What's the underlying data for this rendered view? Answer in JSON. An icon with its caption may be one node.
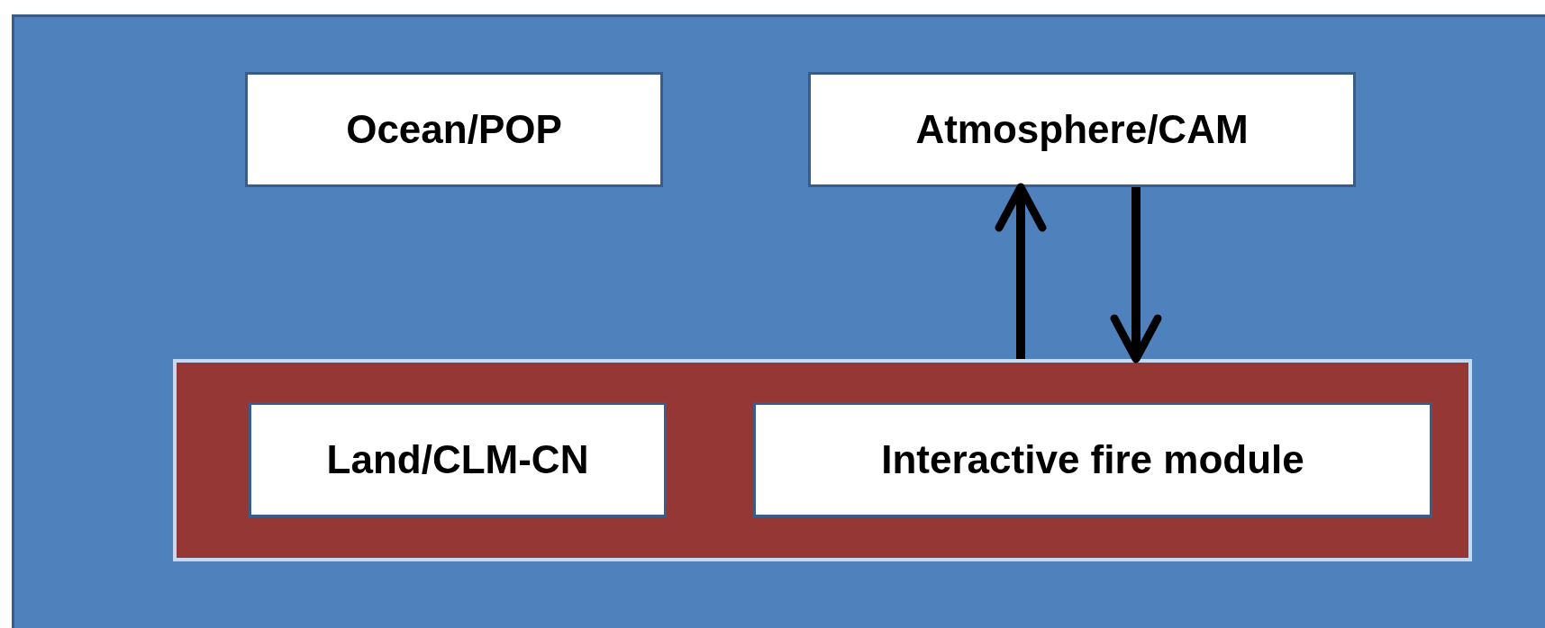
{
  "diagram": {
    "nodes": [
      {
        "text": [],
        "shape": "box"
      },
      {
        "text": [
          "Ocean/POP"
        ],
        "in": 0
      },
      {
        "text": [
          "Atmosphere/CAM"
        ],
        "in": 0
      },
      {
        "text": [],
        "shape": "box",
        "in": 0
      },
      {
        "text": [
          "Land/CLM-CN"
        ],
        "in": 3
      },
      {
        "text": [
          "Interactive fire module"
        ],
        "in": 3
      }
    ],
    "edges": [
      {
        "from": 3,
        "to": 2,
        "arrow": "to"
      },
      {
        "from": 2,
        "to": 3,
        "arrow": "to"
      }
    ]
  }
}
